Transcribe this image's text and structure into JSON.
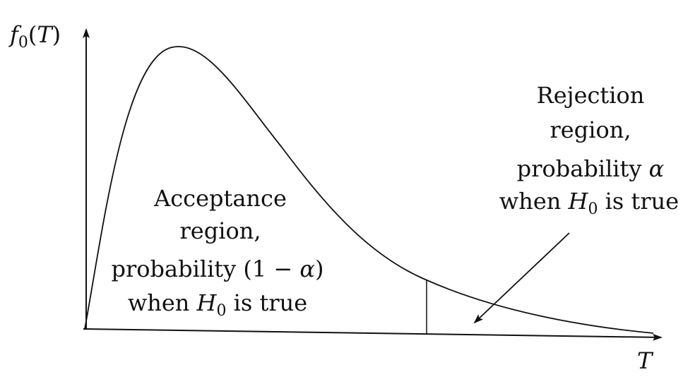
{
  "axes": {
    "y_label_fn": "f",
    "y_label_sub": "0",
    "y_label_arg": "T",
    "x_label": "T"
  },
  "acceptance": {
    "line1": "Acceptance",
    "line2": "region,",
    "line3_prefix": "probability (1 − ",
    "line3_alpha": "α",
    "line3_suffix": ")",
    "line4_prefix": "when ",
    "line4_H": "H",
    "line4_sub": "0",
    "line4_suffix": " is true"
  },
  "rejection": {
    "line1": "Rejection",
    "line2": "region,",
    "line3_prefix": "probability ",
    "line3_alpha": "α",
    "line4_prefix": "when ",
    "line4_H": "H",
    "line4_sub": "0",
    "line4_suffix": " is true"
  },
  "colors": {
    "ink": "#111111",
    "background": "#ffffff"
  }
}
